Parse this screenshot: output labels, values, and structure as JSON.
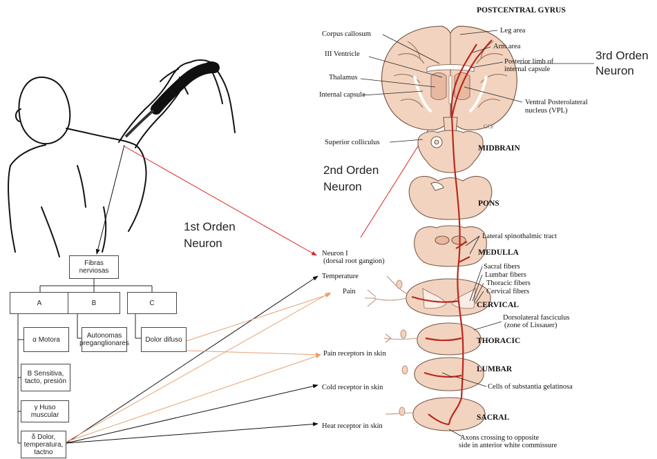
{
  "anatomy": {
    "title": "POSTCENTRAL GYRUS",
    "corpus_callosum": "Corpus callosum",
    "iii_ventricle": "III Ventricle",
    "thalamus": "Thalamus",
    "internal_capsule": "Internal capsule",
    "leg_area": "Leg area",
    "arm_area": "Arm area",
    "posterior_limb_1": "Posterior limb of",
    "posterior_limb_2": "internal capsule",
    "vpl_1": "Ventral Posterolateral",
    "vpl_2": "nucleus (VPL)",
    "superior_colliculus": "Superior colliculus",
    "midbrain": "MIDBRAIN",
    "pons": "PONS",
    "lateral_tract": "Lateral spinothalmic tract",
    "medulla": "MEDULLA",
    "sacral_fibers": "Sacral fibers",
    "lumbar_fibers": "Lumbar fibers",
    "thoracic_fibers": "Thoracic fibers",
    "cervical_fibers": "Cervical fibers",
    "cervical": "CERVICAL",
    "dorsolateral_1": "Dorsolateral fasciculus",
    "dorsolateral_2": "(zone of Lissauer)",
    "thoracic": "THORACIC",
    "lumbar": "LUMBAR",
    "gelatinosa": "Cells of substantia gelatinosa",
    "sacral": "SACRAL",
    "axons_1": "Axons crossing to opposite",
    "axons_2": "side in anterior white commissure",
    "neuron1_1": "Neuron I",
    "neuron1_2": "(dorsal root gangion)",
    "temperature": "Temperature",
    "pain": "Pain",
    "pain_receptors": "Pain receptors in skin",
    "cold_receptor": "Cold receptor in skin",
    "heat_receptor": "Heat receptor in skin",
    "signature": "CCF"
  },
  "annotations": {
    "third_order_1": "3rd Orden",
    "third_order_2": "Neuron",
    "second_order_1": "2nd Orden",
    "second_order_2": "Neuron",
    "first_order_1": "1st Orden",
    "first_order_2": "Neuron"
  },
  "tree": {
    "root": "Fibras nerviosas",
    "a": "A",
    "b": "B",
    "c": "C",
    "alpha": "α Motora",
    "beta": "Β Sensitiva, tacto, presión",
    "gamma": "γ Huso muscular",
    "delta": "δ Dolor, temperatura, tactno",
    "b_child": "Autonomas preganglionares",
    "c_child": "Dolor difuso"
  },
  "colors": {
    "tract_red": "#b8281e",
    "arrow_orange": "#e8a070",
    "brain_fill": "#f2d3bf",
    "brain_stroke": "#7a5a48"
  }
}
